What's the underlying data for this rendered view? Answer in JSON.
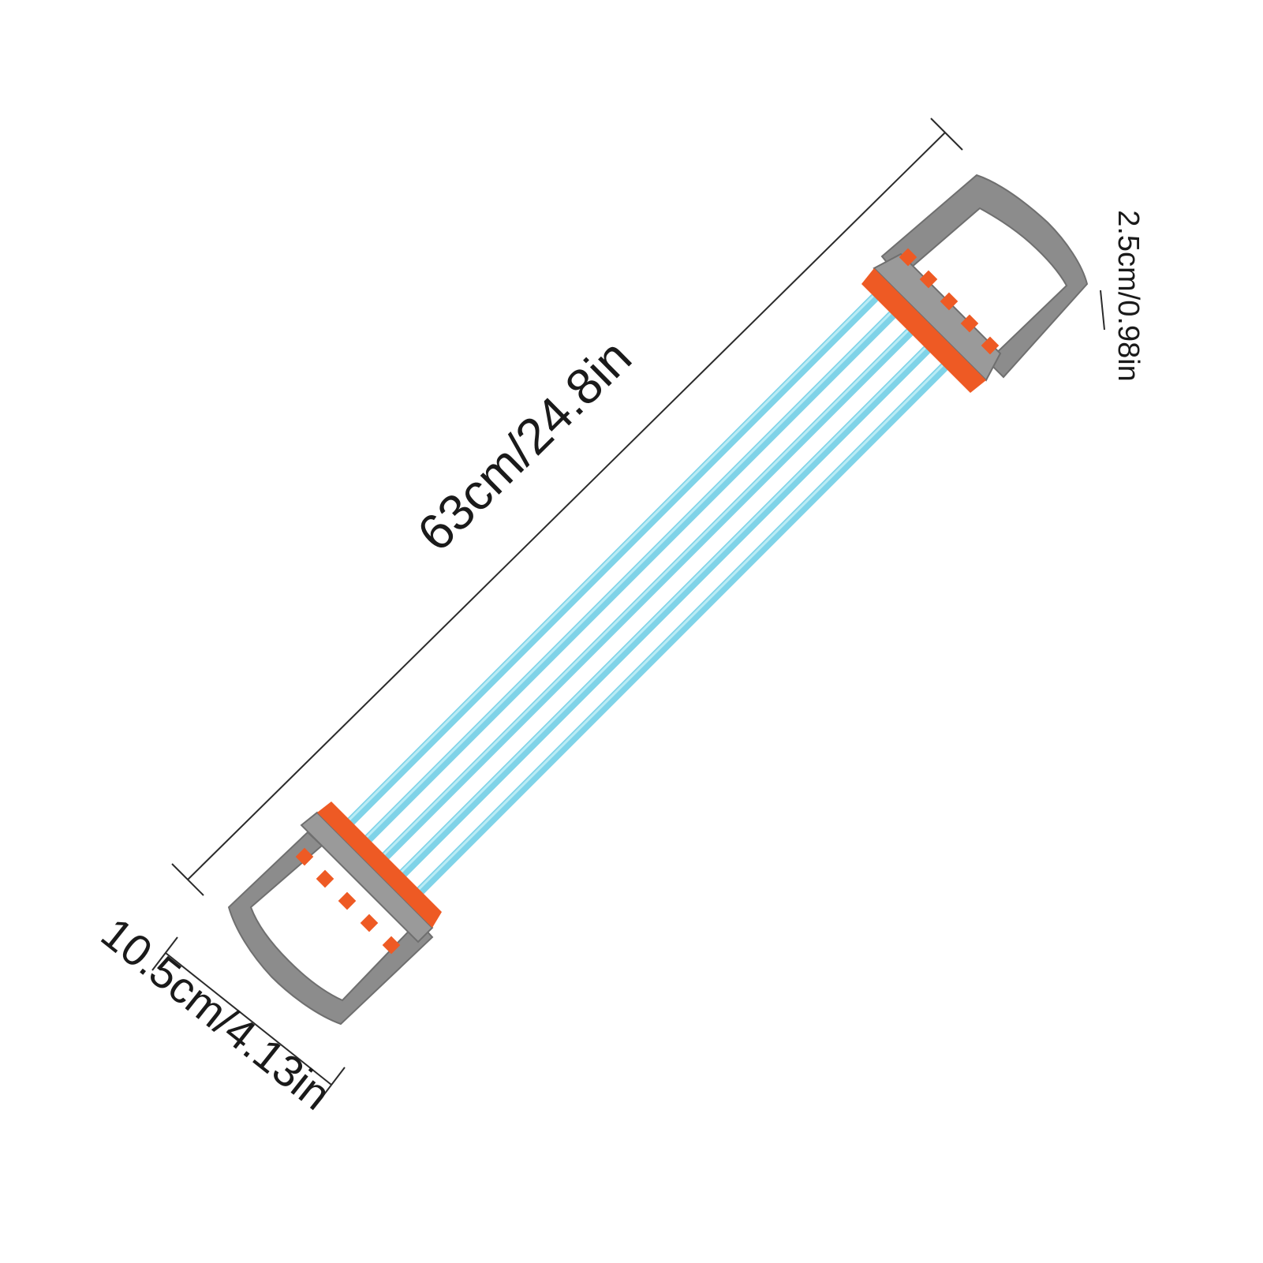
{
  "dimensions": {
    "length": "63cm/24.8in",
    "handle_width": "10.5cm/4.13in",
    "handle_thickness": "2.5cm/0.98in"
  },
  "colors": {
    "background": "#ffffff",
    "handle": "#8c8c8c",
    "handle_light": "#a8a8a8",
    "clip": "#ee5a24",
    "spring": "#7fd3e8",
    "spring_light": "#b9ecf6",
    "dim_line": "#2b2b2b"
  },
  "icons": {
    "product": "chest-expander-icon"
  }
}
